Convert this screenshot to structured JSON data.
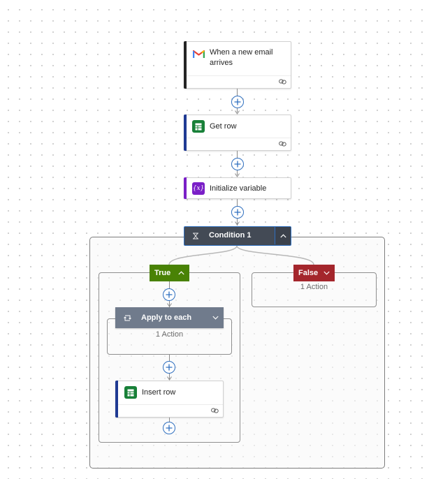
{
  "flow": {
    "trigger": {
      "title_line1": "When a new email",
      "title_line2": "arrives",
      "icon": "gmail-icon"
    },
    "get_row": {
      "title": "Get row",
      "icon": "google-sheets-icon"
    },
    "init_variable": {
      "title": "Initialize variable",
      "icon": "variable-icon"
    },
    "condition": {
      "title": "Condition 1",
      "icon": "condition-icon"
    },
    "true_branch": {
      "label": "True",
      "apply_to_each": {
        "title": "Apply to each",
        "count": "1 Action",
        "icon": "loop-icon"
      },
      "insert_row": {
        "title": "Insert row",
        "icon": "google-sheets-icon"
      }
    },
    "false_branch": {
      "label": "False",
      "count": "1 Action"
    }
  },
  "colors": {
    "action_accent": "#1f3a93",
    "trigger_accent": "#242424",
    "variable_accent": "#7a1fc7",
    "condition_header": "#434a55",
    "condition_border": "#2f6fbf",
    "true_green": "#498205",
    "false_red": "#a4262c",
    "loop_header": "#707b8c",
    "plus_blue": "#2f6fbf",
    "sheets_green": "#188038"
  }
}
